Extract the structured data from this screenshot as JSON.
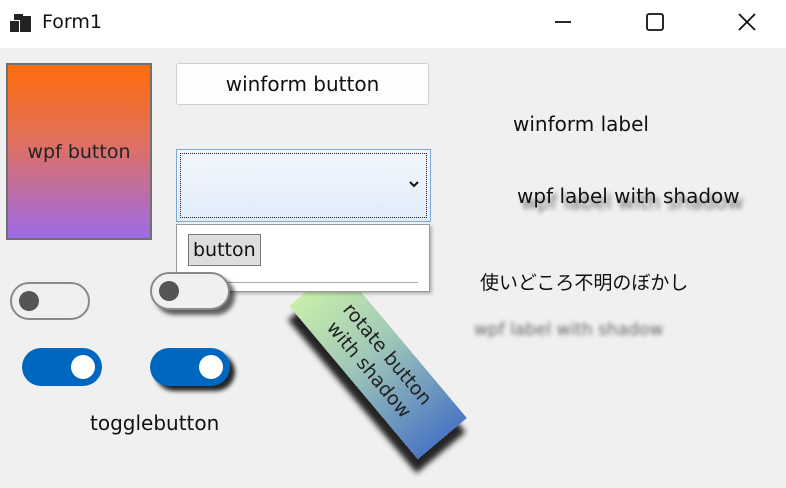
{
  "window": {
    "title": "Form1",
    "minimize_icon": "minimize-icon",
    "maximize_icon": "maximize-icon",
    "close_icon": "close-icon"
  },
  "controls": {
    "wpf_button_label": "wpf button",
    "winform_button_label": "winform button",
    "winform_label": "winform label",
    "wpf_label_shadow": "wpf label with shadow",
    "blur_label": "使いどころ不明のぼかし",
    "wpf_label_blur": "wpf label with shadow",
    "rotate_button_line1": "rotate button",
    "rotate_button_line2": "with shadow",
    "togglebutton_label": "togglebutton"
  },
  "combobox": {
    "selected_value": "",
    "dropdown_items": [
      {
        "label": "button"
      }
    ]
  },
  "toggles": [
    {
      "state": "off"
    },
    {
      "state": "off",
      "shadow": true
    },
    {
      "state": "on"
    },
    {
      "state": "on",
      "shadow": true
    }
  ],
  "colors": {
    "accent": "#0067c0",
    "gradient_top": "#ff6c0a",
    "gradient_bottom": "#9d6be8",
    "rotate_gradient_start": "#c9efaa",
    "rotate_gradient_end": "#4b77c4"
  }
}
